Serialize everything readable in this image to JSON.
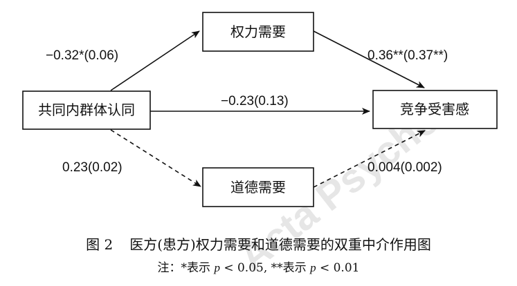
{
  "diagram": {
    "nodes": {
      "predictor": "共同内群体认同",
      "mediator_power": "权力需要",
      "mediator_moral": "道德需要",
      "outcome": "竞争受害感"
    },
    "paths": {
      "predictor_to_power": "−0.32*(0.06)",
      "power_to_outcome": "0.36**(0.37**)",
      "predictor_to_outcome": "−0.23(0.13)",
      "predictor_to_moral": "0.23(0.02)",
      "moral_to_outcome": "0.004(0.002)"
    },
    "watermark": "Acta Psycho"
  },
  "caption": {
    "figure_number": "图 2",
    "title": "医方(患方)权力需要和道德需要的双重中介作用图",
    "note_prefix": "注：*表示 ",
    "note_sym1": "p",
    "note_mid": " < 0.05, **表示 ",
    "note_sym2": "p",
    "note_suffix": " < 0.01"
  }
}
